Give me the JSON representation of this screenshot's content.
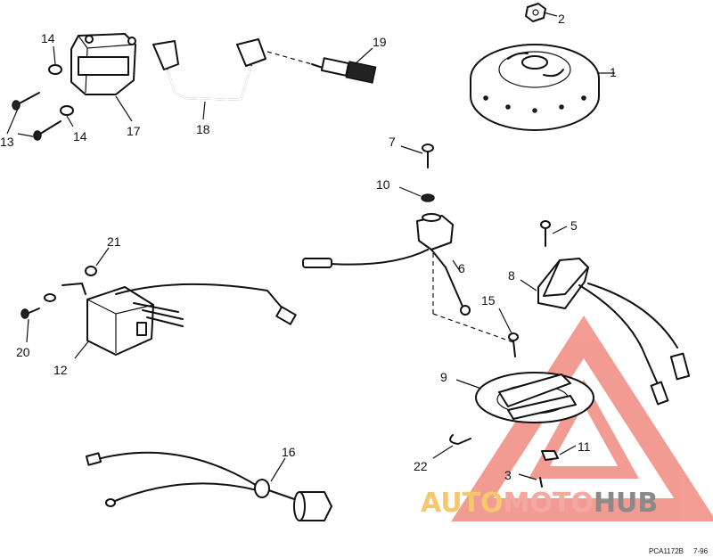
{
  "callouts": {
    "c1": "1",
    "c2": "2",
    "c3": "3",
    "c5": "5",
    "c6": "6",
    "c7": "7",
    "c8": "8",
    "c9": "9",
    "c10": "10",
    "c11": "11",
    "c12": "12",
    "c13": "13",
    "c14a": "14",
    "c14b": "14",
    "c15": "15",
    "c16": "16",
    "c17": "17",
    "c18": "18",
    "c19": "19",
    "c20": "20",
    "c21": "21",
    "c22": "22"
  },
  "footer": {
    "code": "PCA1172B",
    "date": "7-96"
  },
  "watermark": {
    "part1": "AUTO",
    "part2": "MOTO",
    "part3": "HUB"
  },
  "colors": {
    "watermark_red": "#e84a3a",
    "watermark_orange": "#f3b24a",
    "watermark_gray": "#555555",
    "line": "#111111"
  }
}
